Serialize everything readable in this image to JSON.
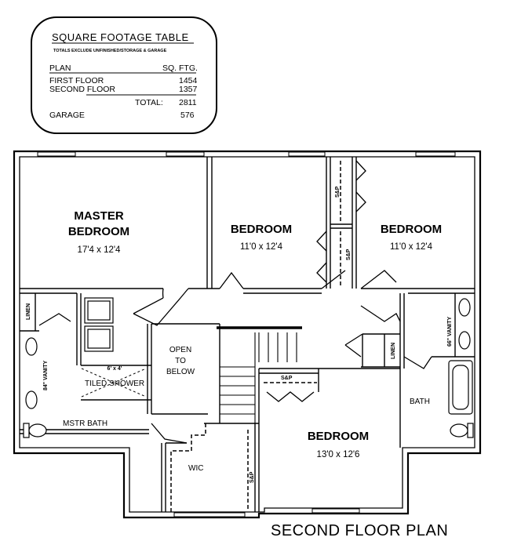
{
  "sqft_table": {
    "title": "SQUARE FOOTAGE TABLE",
    "subtitle": "TOTALS EXCLUDE UNFINISHED/STORAGE & GARAGE",
    "header_plan": "PLAN",
    "header_sqft": "SQ. FTG.",
    "rows": [
      {
        "label": "FIRST FLOOR",
        "value": "1454"
      },
      {
        "label": "SECOND FLOOR",
        "value": "1357"
      }
    ],
    "total_label": "TOTAL:",
    "total_value": "2811",
    "garage_label": "GARAGE",
    "garage_value": "576"
  },
  "rooms": {
    "master_bedroom": {
      "name_line1": "MASTER",
      "name_line2": "BEDROOM",
      "dims": "17'4 x 12'4"
    },
    "bedroom_2": {
      "name": "BEDROOM",
      "dims": "11'0 x 12'4"
    },
    "bedroom_3": {
      "name": "BEDROOM",
      "dims": "11'0 x 12'4"
    },
    "bedroom_4": {
      "name": "BEDROOM",
      "dims": "13'0 x 12'6"
    },
    "open_below": {
      "line1": "OPEN",
      "line2": "TO",
      "line3": "BELOW"
    },
    "shower": {
      "size": "6' x 4'",
      "name": "TILED SHOWER"
    },
    "mstr_bath": "MSTR BATH",
    "bath": "BATH",
    "wic": "WIC",
    "vanity_master": "84\" VANITY",
    "vanity_bath": "66\" VANITY",
    "linen_master": "LINEN",
    "linen_bath": "LINEN",
    "shelf_pole": "S&P"
  },
  "plan_title": "SECOND FLOOR PLAN"
}
